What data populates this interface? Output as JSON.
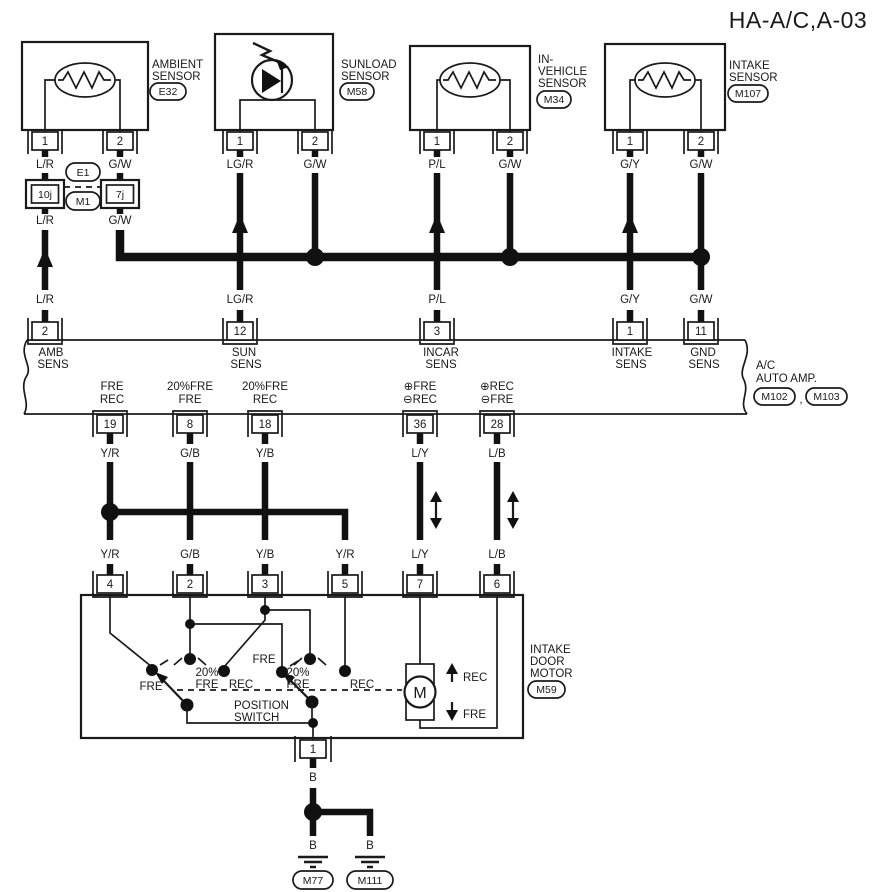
{
  "title": "HA-A/C,A-03",
  "sensors": [
    {
      "line1": "AMBIENT",
      "line2": "SENSOR",
      "code": "E32",
      "pin1": "1",
      "pin2": "2",
      "wire1": "L/R",
      "wire2": "G/W"
    },
    {
      "line1": "SUNLOAD",
      "line2": "SENSOR",
      "code": "M58",
      "pin1": "1",
      "pin2": "2",
      "wire1": "LG/R",
      "wire2": "G/W"
    },
    {
      "line1": "IN-",
      "line2": "VEHICLE",
      "line3": "SENSOR",
      "code": "M34",
      "pin1": "1",
      "pin2": "2",
      "wire1": "P/L",
      "wire2": "G/W"
    },
    {
      "line1": "INTAKE",
      "line2": "SENSOR",
      "code": "M107",
      "pin1": "1",
      "pin2": "2",
      "wire1": "G/Y",
      "wire2": "G/W"
    }
  ],
  "splice": {
    "code_top": "E1",
    "code_bottom": "M1",
    "pin_left": "10j",
    "pin_right": "7j",
    "wire_left": "L/R",
    "wire_right": "G/W"
  },
  "bus_row": {
    "w1": "L/R",
    "w2": "LG/R",
    "w3": "P/L",
    "w4": "G/Y",
    "w5": "G/W"
  },
  "amp": {
    "name_line1": "A/C",
    "name_line2": "AUTO AMP.",
    "code1": "M102",
    "separator": ",",
    "code2": "M103",
    "top_pins": [
      {
        "pin": "2",
        "l1": "AMB",
        "l2": "SENS"
      },
      {
        "pin": "12",
        "l1": "SUN",
        "l2": "SENS"
      },
      {
        "pin": "3",
        "l1": "INCAR",
        "l2": "SENS"
      },
      {
        "pin": "1",
        "l1": "INTAKE",
        "l2": "SENS"
      },
      {
        "pin": "11",
        "l1": "GND",
        "l2": "SENS"
      }
    ],
    "bottom_pins": [
      {
        "pin": "19",
        "l1": "FRE",
        "l2": "REC",
        "wire": "Y/R"
      },
      {
        "pin": "8",
        "l1": "20%FRE",
        "l2": "FRE",
        "wire": "G/B"
      },
      {
        "pin": "18",
        "l1": "20%FRE",
        "l2": "REC",
        "wire": "Y/B"
      },
      {
        "pin": "36",
        "l1": "⊕FRE",
        "l2": "⊖REC",
        "wire": "L/Y"
      },
      {
        "pin": "28",
        "l1": "⊕REC",
        "l2": "⊖FRE",
        "wire": "L/B"
      }
    ]
  },
  "motor": {
    "name_line1": "INTAKE",
    "name_line2": "DOOR",
    "name_line3": "MOTOR",
    "code": "M59",
    "pins": [
      {
        "pin": "4",
        "wire": "Y/R"
      },
      {
        "pin": "2",
        "wire": "G/B"
      },
      {
        "pin": "3",
        "wire": "Y/B"
      },
      {
        "pin": "5",
        "wire": "Y/R"
      },
      {
        "pin": "7",
        "wire": "L/Y"
      },
      {
        "pin": "6",
        "wire": "L/B"
      }
    ],
    "switch": {
      "title1": "POSITION",
      "title2": "SWITCH",
      "left": {
        "fre": "FRE",
        "pct1": "20%",
        "pct2": "FRE",
        "rec": "REC"
      },
      "right": {
        "fre": "FRE",
        "pct1": "20%",
        "pct2": "FRE",
        "rec": "REC"
      }
    },
    "m": "M",
    "rec": "REC",
    "fre": "FRE",
    "bottom_pin": "1"
  },
  "ground": {
    "wire": "B",
    "left_wire": "B",
    "right_wire": "B",
    "left_code": "M77",
    "right_code": "M111"
  }
}
